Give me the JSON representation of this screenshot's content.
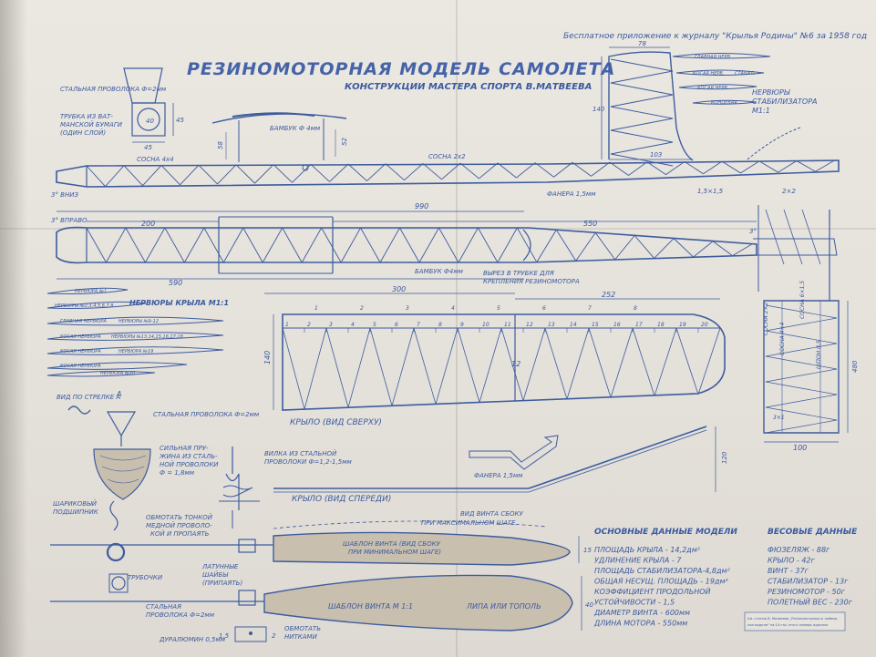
{
  "header": {
    "supplement": "Бесплатное приложение к журналу \"Крылья Родины\" №6 за 1958 год",
    "title": "РЕЗИНОМОТОРНАЯ МОДЕЛЬ САМОЛЕТА",
    "subtitle": "КОНСТРУКЦИИ МАСТЕРА СПОРТА В.МАТВЕЕВА"
  },
  "labels": {
    "steel_wire_2": "СТАЛЬНАЯ ПРОВОЛОКА Ф=2мм",
    "tube_line1": "ТРУБКА ИЗ ВАТ-",
    "tube_line2": "МАНСКОЙ БУМАГИ",
    "tube_line3": "(ОДИН СЛОЙ)",
    "bamboo_4": "БАМБУК Ф 4мм",
    "pine_4x4": "СОСНА 4х4",
    "pine_2x2": "СОСНА 2х2",
    "down_3": "3° ВНИЗ",
    "right_3": "3° ВПРАВО",
    "plywood_15": "ФАНЕРА 1,5мм",
    "bamboo_4b": "БАМБУК Ф4мм",
    "cutout_line1": "ВЫРЕЗ В ТРУБКЕ ДЛЯ",
    "cutout_line2": "КРЕПЛЕНИЯ РЕЗИНОМОТОРА",
    "stab_ribs_line1": "НЕРВЮРЫ",
    "stab_ribs_line2": "СТАБИЛИЗАТОРА",
    "stab_ribs_line3": "М1:1",
    "wing_ribs": "НЕРВЮРЫ КРЫЛА М1:1",
    "wing_top": "КРЫЛО (ВИД СВЕРХУ)",
    "wing_front": "КРЫЛО (ВИД СПЕРЕДИ)",
    "plywood_15b": "ФАНЕРА 1,5мм",
    "view_arrow": "ВИД ПО СТРЕЛКЕ А",
    "arrow_a": "А",
    "steel_wire_2b": "СТАЛЬНАЯ ПРОВОЛОКА Ф=2мм",
    "spring_line1": "СИЛЬНАЯ ПРУ-",
    "spring_line2": "ЖИНА ИЗ СТАЛЬ-",
    "spring_line3": "НОЙ ПРОВОЛОКИ",
    "spring_line4": "Ф = 1,8мм",
    "fork_line1": "ВИЛКА ИЗ СТАЛЬНОЙ",
    "fork_line2": "ПРОВОЛОКИ Ф=1,2-1,5мм",
    "bearing_line1": "ШАРИКОВЫЙ",
    "bearing_line2": "ПОДШИПНИК",
    "wrap_line1": "ОБМОТАТЬ ТОНКОЙ",
    "wrap_line2": "МЕДНОЙ ПРОВОЛО-",
    "wrap_line3": "КОЙ И ПРОПАЯТЬ",
    "prop_side_line1": "ВИД ВИНТА СБОКУ",
    "prop_side_line2": "ПРИ МАКСИМАЛЬНОМ ШАГЕ",
    "prop_template_line1": "ШАБЛОН ВИНТА (ВИД СБОКУ",
    "prop_template_line2": "ПРИ МИНИМАЛЬНОМ ШАГЕ)",
    "tubes": "ТРУБОЧКИ",
    "washers_line1": "ЛАТУННЫЕ",
    "washers_line2": "ШАЙБЫ",
    "washers_line3": "(ПРИПАЯТЬ)",
    "steel_wire_2c_line1": "СТАЛЬНАЯ",
    "steel_wire_2c_line2": "ПРОВОЛОКА Ф=2мм",
    "prop_template_11": "ШАБЛОН ВИНТА М 1:1",
    "linden": "ЛИПА ИЛИ ТОПОЛЬ",
    "duralumin": "ДУРАЛЮМИН 0,5мм",
    "wrap_thread_line1": "ОБМОТАТЬ",
    "wrap_thread_line2": "НИТКАМИ",
    "footnote_line1": "См. статью В. Матвеева „Резиномоторная и таймер-",
    "footnote_line2": "ная модели\" на 14 стр. этого номера журнала"
  },
  "dimensions": {
    "d78": "78",
    "d140a": "140",
    "d103": "103",
    "d15x15": "1,5×1,5",
    "d2x2": "2×2",
    "d58": "58",
    "d52": "52",
    "d45a": "45",
    "d45b": "45",
    "d40": "40",
    "d990": "990",
    "d200": "200",
    "d550": "550",
    "d590": "590",
    "d300": "300",
    "d252": "252",
    "d140b": "140",
    "d120": "120",
    "d480": "480",
    "d100": "100",
    "d40b": "40",
    "d15": "15",
    "d15b": "1,5",
    "d2": "2"
  },
  "stab_rib_labels": [
    "ГЛАВНАЯ НЕРВ.",
    "КОСАЯ НЕРВ.",
    "СТАБИЛ.",
    "КОСАЯ НЕРВ.",
    "КОНЦЕВАЯ"
  ],
  "wing_rib_labels": [
    "НЕРВЮРА №1",
    "НЕРВЮРЫ №2,3,4,5,6,7,8",
    "ГЛАВНАЯ НЕРВЮРА",
    "НЕРВЮРЫ №9-12",
    "КОСАЯ НЕРВЮРА",
    "НЕРВЮРЫ №13,14,15,16,17,18",
    "КОСАЯ НЕРВЮРА",
    "НЕРВЮРА №19",
    "КОСАЯ НЕРВЮРА",
    "НЕРВЮРА №20"
  ],
  "wing_rib_numbers": [
    "1",
    "2",
    "3",
    "4",
    "5",
    "6",
    "7",
    "8",
    "9",
    "10",
    "11",
    "12",
    "13",
    "14",
    "15",
    "16",
    "17",
    "18",
    "19",
    "20"
  ],
  "wing_rib_numbers_top": [
    "1",
    "2",
    "3",
    "4",
    "5",
    "6",
    "7",
    "8"
  ],
  "wing_center": "12",
  "basic_data": {
    "header": "ОСНОВНЫЕ ДАННЫЕ МОДЕЛИ",
    "rows": [
      "ПЛОЩАДЬ КРЫЛА - 14,2дм²",
      "УДЛИНЕНИЕ КРЫЛА - 7",
      "ПЛОЩАДЬ СТАБИЛИЗАТОРА-4,8дм²",
      "ОБЩАЯ НЕСУЩ. ПЛОЩАДЬ - 19дм²",
      "КОЭФФИЦИЕНТ ПРОДОЛЬНОЙ",
      "УСТОЙЧИВОСТИ - 1,5",
      "ДИАМЕТР ВИНТА - 600мм",
      "ДЛИНА МОТОРА - 550мм"
    ]
  },
  "weight_data": {
    "header": "ВЕСОВЫЕ ДАННЫЕ",
    "rows": [
      "ФЮЗЕЛЯЖ - 88г",
      "КРЫЛО - 42г",
      "ВИНТ - 37г",
      "СТАБИЛИЗАТОР - 13г",
      "РЕЗИНОМОТОР - 50г",
      "ПОЛЕТНЫЙ ВЕС - 230г"
    ]
  },
  "right_view": {
    "pine_l1": "СОСНА 2×2",
    "pine_l2": "СОСНА 4×4",
    "pine_l3": "СОСНА 6×1,5",
    "bamboo": "ШПОН 0,5",
    "deg3": "3°",
    "n1": "3×1"
  }
}
